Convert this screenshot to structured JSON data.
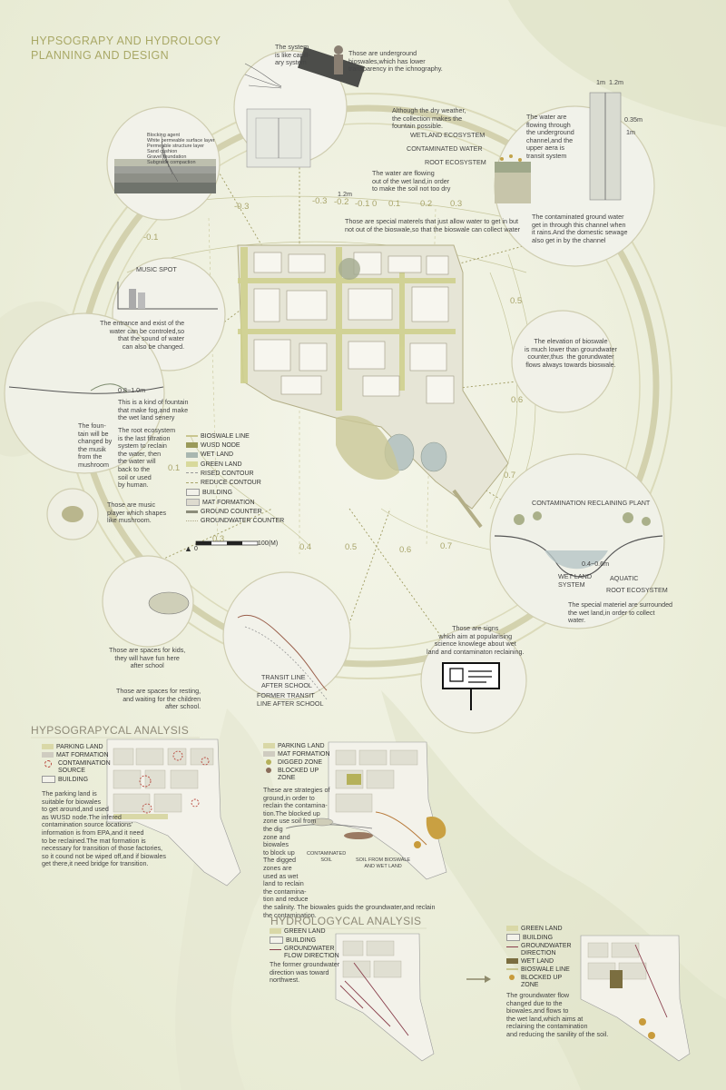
{
  "title": {
    "line1": "HYPSOGRAPY AND HYDROLOGY",
    "line2": "PLANNING AND DESIGN"
  },
  "contours": [
    "-0.3",
    "-0.1",
    "-0.3",
    "-0.2",
    "-0.1",
    "0",
    "0.1",
    "0.2",
    "0.3",
    "0.5",
    "0.6",
    "0.7",
    "0.7",
    "0.6",
    "0.5",
    "0.4",
    "0.3",
    "0.1"
  ],
  "annotations": {
    "capillary": "The system\nis like capill-\nary system",
    "underground": "Those are underground\nbioswales,which has lower\ntransparency in the ichnography.",
    "dry_weather": "Although the dry weather,\nthe collection makes the\nfountain possible.",
    "ecosystems": [
      "WETLAND ECOSYSTEM",
      "CONTAMINATED WATER",
      "ROOT ECOSYSTEM"
    ],
    "flowing_out": "The water are flowing\nout of the wet land,in order\nto make the soil not too dry",
    "flowing_out_dim": "1.2m",
    "special_materials": "Those are special materels that just allow water to get in but\nnot out of the bioswale,so that the bioswale can collect water",
    "water_flowing": "The water are\nflowing through\nthe underground\nchannel,and the\nupper aera is\ntransit system",
    "dims_top": "1m  1.2m",
    "dims_side": [
      "0.35m",
      "1m"
    ],
    "contaminated_ground": "The contaminated ground water\nget in through this channel when\nit rains.And the domestic sewage\nalso get in by the channel",
    "layers": [
      "Blocking agent",
      "White permeable surface layer",
      "Permeable structure layer",
      "Sand cushion",
      "Gravel foundation",
      "Subgrade compaction"
    ],
    "music_spot": "MUSIC SPOT",
    "entrance": "The entrance and exist of the\nwater can be controled,so\nthat the sound of water\ncan also be changed.",
    "depth_1": "0.8~1.0m",
    "fountain_fog": "This is a kind of fountain\nthat make fog,and make\nthe wet land senery",
    "root_eco": "The root ecosystem\nis the last filtration\nsystem to reclain\nthe water, then\nthe water will\nback to the\nsoil or used\nby human.",
    "fountain_change": "The foun-\ntain will be\nchanged by\nthe musik\nfrom the\nmushroom",
    "mushroom": "Those are music\nplayer which shapes\nlike mushroom.",
    "bioswale_elev": "The elevation of bioswale\nis much lower than groundwater\ncounter,thus  the gorundwater\nflows always towards bioswale.",
    "contam_plant": "CONTAMINATION RECLAINING PLANT",
    "depth_2": "0.4~0.6m",
    "wetland_sys": "WET LAND\nSYSTEM",
    "aquatic": "AQUATIC",
    "root_eco2": "ROOT ECOSYSTEM",
    "special_surround": "The special materiel are surrounded\nthe wet land,in order to collect\nwater.",
    "kids": "Those are spaces for kids,\nthey will have fun here\nafter school",
    "resting": "Those are spaces for resting,\nand waiting for the children\nafter school.",
    "transit": "TRANSIT LINE\nAFTER SCHOOL",
    "former_transit": "FORMER TRANSIT\nLINE AFTER SCHOOL",
    "signs": "Those are signs\nwhich aim at popularising\nscience knowlege about wet\nland and contaminaton reclaining."
  },
  "legend": [
    {
      "label": "BIOSWALE LINE",
      "color": "#c9c68f"
    },
    {
      "label": "WUSD NODE",
      "color": "#9a9a5a"
    },
    {
      "label": "WET LAND",
      "color": "#a9b7b0"
    },
    {
      "label": "GREEN LAND",
      "color": "#d8d99c"
    },
    {
      "label": "RISED CONTOUR",
      "color": "#999999"
    },
    {
      "label": "REDUCE CONTOUR",
      "color": "#a9a56b"
    },
    {
      "label": "BUILDING",
      "color": "#f2f1ea"
    },
    {
      "label": "MAT FORMATION",
      "color": "#dedbcf"
    },
    {
      "label": "GROUND COUNTER",
      "color": "#8c8c7a"
    },
    {
      "label": "GROUNDWATER COUNTER",
      "color": "#b0a988"
    }
  ],
  "scale": {
    "zero": "0",
    "end": "100(M)"
  },
  "hypso": {
    "heading": "HYPSOGRAPYCAL ANALYSIS",
    "legend1": [
      "PARKING LAND",
      "MAT FORMATION",
      "CONTAMINATION\nSOURCE",
      "BUILDING"
    ],
    "text1": "The parking land is\nsuitable for biowales\nto get around,and used\nas WUSD node.The infered\ncontamination source locations'\ninformation is from EPA,and it need\nto be reclained.The mat formation is\nnecessary for transition of those factories,\nso it cound not be wiped off,and if biowales\nget there,it need bridge for transition.",
    "legend2": [
      "PARKING LAND",
      "MAT FORMATION",
      "DIGGED ZONE",
      "BLOCKED UP\nZONE"
    ],
    "text2": "These are strategies of\nground,in order to\nreclain the contamina-\ntion.The blocked up\nzone use soil from\nthe dig\nzone and\nbiowales\nto block up\nThe digged\nzones are\nused as wet\nland to reclain\nthe contamina-\ntion and reduce\nthe salinity. The biowales guids the groundwater,and reclain\nthe contamination.",
    "contaminated_soil": "CONTAMINATED\nSOIL",
    "soil_from": "SOIL FROM BIOSWALE\nAND WET LAND"
  },
  "hydro": {
    "heading": "HYDROLOGYCAL ANALYSIS",
    "legend1": [
      "GREEN LAND",
      "BUILDING",
      "GROUNDWATER\nFLOW DIRECTION"
    ],
    "text1": "The former groundwater\ndirection was toward\nnorthwest.",
    "legend2": [
      "GREEN LAND",
      "BUILDING",
      "GROUNDWATER\nDIRECTION",
      "WET LAND",
      "BIOSWALE LINE",
      "BLOCKED UP\nZONE"
    ],
    "text2": "The groundwater flow\nchanged due to the\nbiowales,and flows to\nthe wet land,which aims at\nreclaining the contamination\nand reducing the sanility of the soil."
  }
}
